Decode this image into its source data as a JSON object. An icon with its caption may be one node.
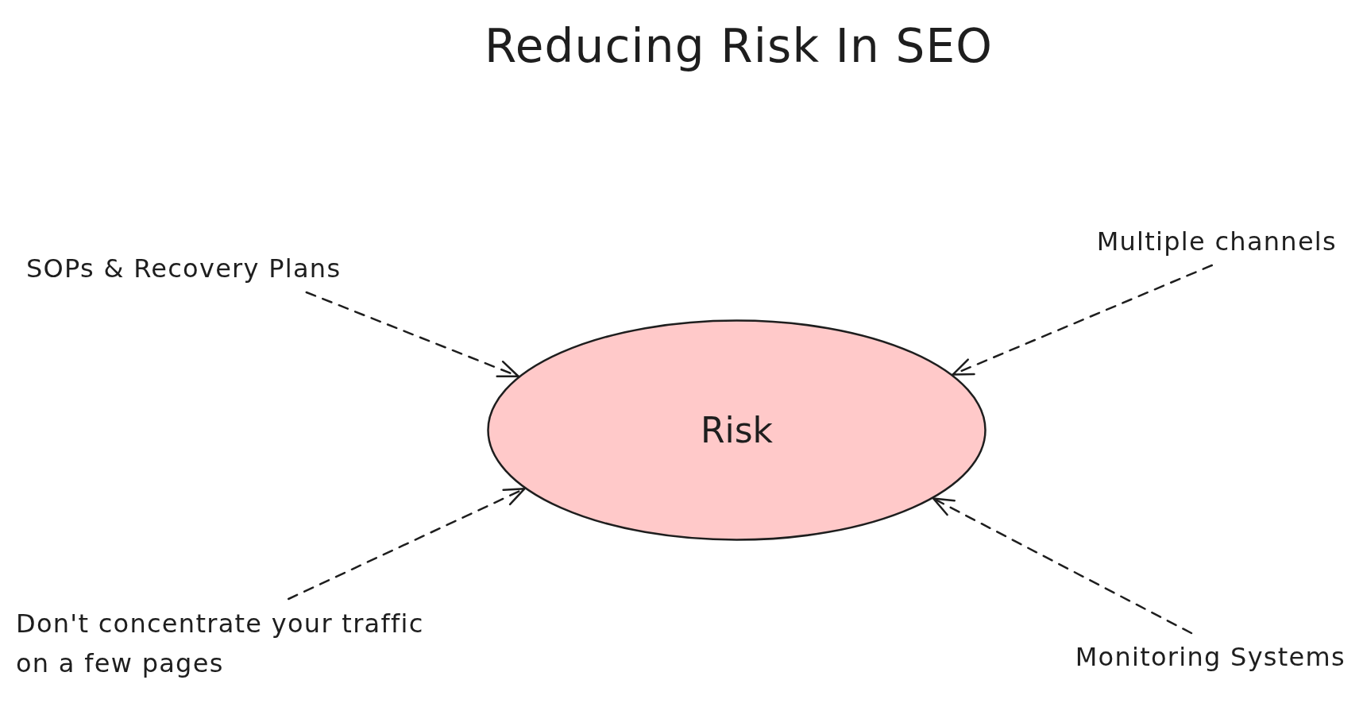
{
  "diagram": {
    "title": "Reducing Risk In SEO",
    "nodes": [
      {
        "text": [
          "SOPs & Recovery Plans"
        ]
      },
      {
        "text": [
          "Multiple channels"
        ]
      },
      {
        "text": [
          "Risk"
        ]
      },
      {
        "text": [
          "Don't concentrate your traffic on a few pages"
        ]
      },
      {
        "text": [
          "Monitoring Systems"
        ]
      }
    ],
    "edges": [
      {
        "from": 0,
        "to": 2,
        "arrow": "to",
        "style": "dashed"
      },
      {
        "from": 1,
        "to": 2,
        "arrow": "to",
        "style": "dashed"
      },
      {
        "from": 3,
        "to": 2,
        "arrow": "to",
        "style": "dashed"
      },
      {
        "from": 4,
        "to": 2,
        "arrow": "to",
        "style": "dashed"
      }
    ]
  }
}
